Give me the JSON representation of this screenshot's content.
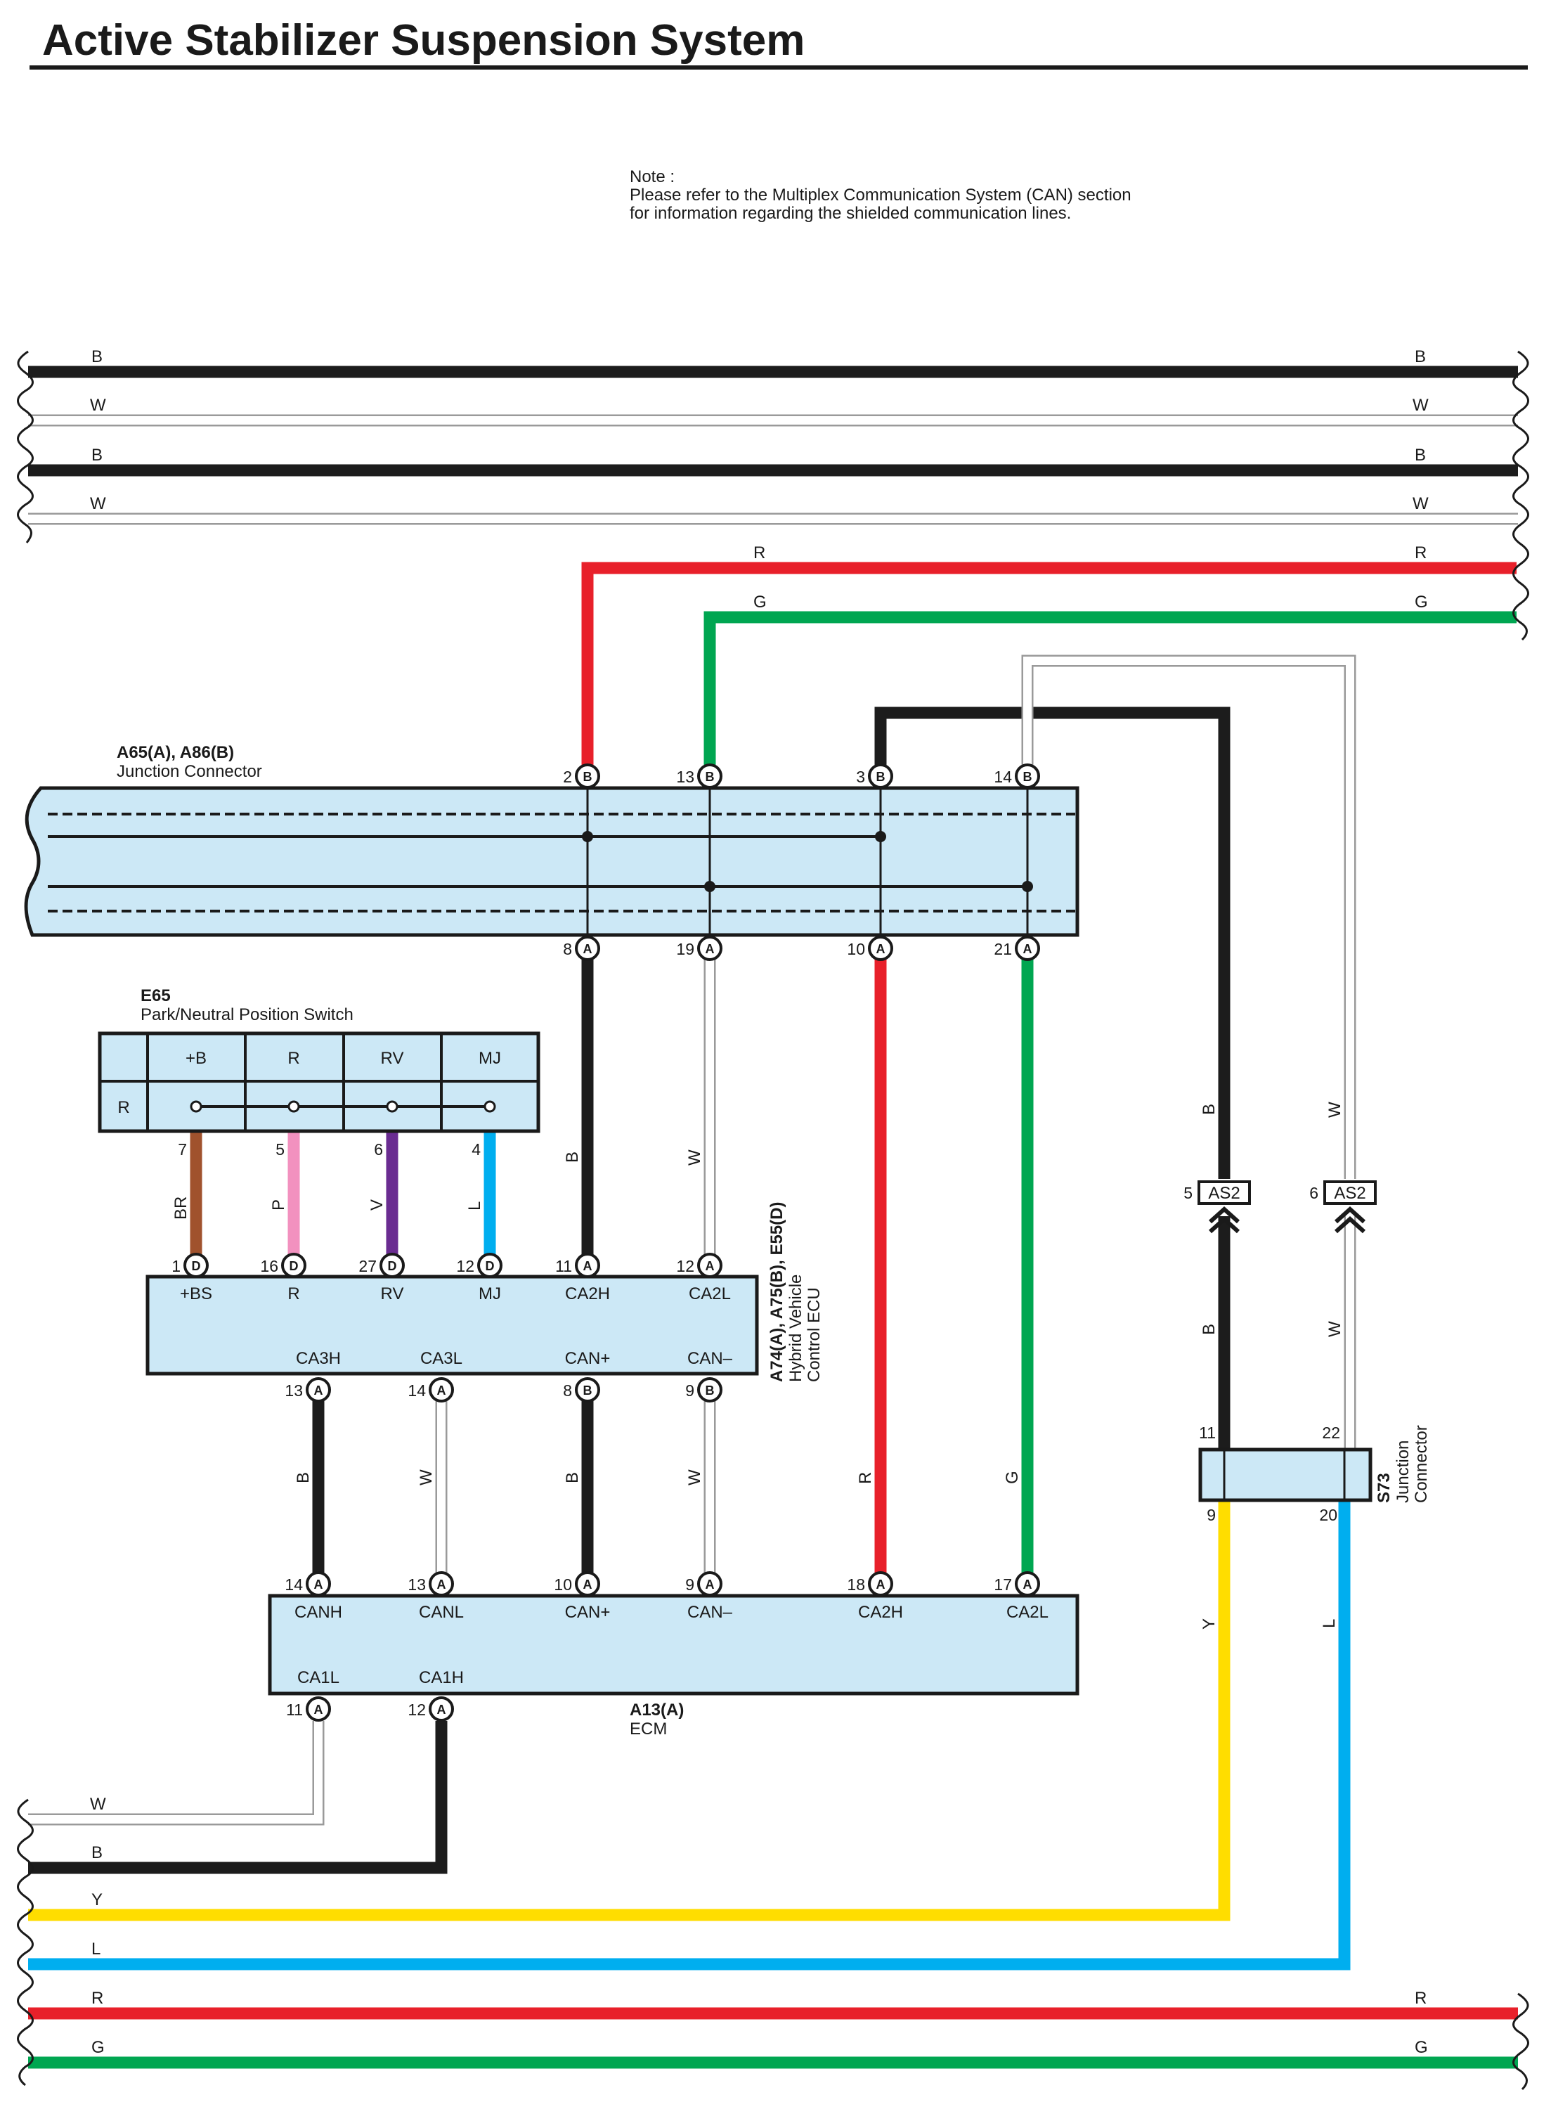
{
  "title": "Active Stabilizer Suspension System",
  "note": {
    "line1": "Note :",
    "line2": "Please refer to the Multiplex Communication System (CAN) section",
    "line3": "for information regarding the shielded communication lines."
  },
  "colors": {
    "B": "#1c1c1c",
    "W": "#ffffff",
    "R": "#e8202a",
    "G": "#00a651",
    "BR": "#a0522d",
    "P": "#f291bf",
    "V": "#6a2c91",
    "L": "#00aeef",
    "Y": "#ffdd00",
    "component_fill": "#cce8f6"
  },
  "wire_labels": {
    "top_b1": "B",
    "top_w1": "W",
    "top_b2": "B",
    "top_w2": "W",
    "top_r": "R",
    "top_g": "G",
    "bottom_w": "W",
    "bottom_b": "B",
    "bottom_y": "Y",
    "bottom_l": "L",
    "bottom_r": "R",
    "bottom_g": "G",
    "a8_b": "B",
    "a19_w": "W",
    "br": "BR",
    "p": "P",
    "v": "V",
    "l": "L",
    "b_as2": "B",
    "w_as2": "W",
    "b_s73": "B",
    "w_s73": "W",
    "ecu_ca3h": "B",
    "ecu_ca3l": "W",
    "ecu_canp": "B",
    "ecu_canm": "W",
    "ecm_r": "R",
    "ecm_g": "G",
    "s73_y": "Y",
    "s73_l": "L"
  },
  "junction_connector": {
    "code": "A65(A), A86(B)",
    "name": "Junction Connector",
    "top_pins": [
      {
        "num": "2",
        "conn": "B"
      },
      {
        "num": "13",
        "conn": "B"
      },
      {
        "num": "3",
        "conn": "B"
      },
      {
        "num": "14",
        "conn": "B"
      }
    ],
    "bottom_pins": [
      {
        "num": "8",
        "conn": "A"
      },
      {
        "num": "19",
        "conn": "A"
      },
      {
        "num": "10",
        "conn": "A"
      },
      {
        "num": "21",
        "conn": "A"
      }
    ]
  },
  "switch": {
    "code": "E65",
    "name": "Park/Neutral Position Switch",
    "columns": [
      "+B",
      "R",
      "RV",
      "MJ"
    ],
    "row_label": "R",
    "pins": [
      "7",
      "5",
      "6",
      "4"
    ]
  },
  "hv_ecu": {
    "code": "A74(A), A75(B), E55(D)",
    "name_line1": "Hybrid Vehicle",
    "name_line2": "Control ECU",
    "top_pins": [
      {
        "num": "1",
        "conn": "D",
        "label": "+BS"
      },
      {
        "num": "16",
        "conn": "D",
        "label": "R"
      },
      {
        "num": "27",
        "conn": "D",
        "label": "RV"
      },
      {
        "num": "12",
        "conn": "D",
        "label": "MJ"
      },
      {
        "num": "11",
        "conn": "A",
        "label": "CA2H"
      },
      {
        "num": "12",
        "conn": "A",
        "label": "CA2L"
      }
    ],
    "bottom_pins": [
      {
        "num": "13",
        "conn": "A",
        "label": "CA3H"
      },
      {
        "num": "14",
        "conn": "A",
        "label": "CA3L"
      },
      {
        "num": "8",
        "conn": "B",
        "label": "CAN+"
      },
      {
        "num": "9",
        "conn": "B",
        "label": "CAN–"
      }
    ]
  },
  "ecm": {
    "code": "A13(A)",
    "name": "ECM",
    "top_pins": [
      {
        "num": "14",
        "conn": "A",
        "label": "CANH"
      },
      {
        "num": "13",
        "conn": "A",
        "label": "CANL"
      },
      {
        "num": "10",
        "conn": "A",
        "label": "CAN+"
      },
      {
        "num": "9",
        "conn": "A",
        "label": "CAN–"
      },
      {
        "num": "18",
        "conn": "A",
        "label": "CA2H"
      },
      {
        "num": "17",
        "conn": "A",
        "label": "CA2L"
      }
    ],
    "bottom_pins": [
      {
        "num": "11",
        "conn": "A",
        "label": "CA1L"
      },
      {
        "num": "12",
        "conn": "A",
        "label": "CA1H"
      }
    ]
  },
  "as2_connectors": [
    {
      "num": "5",
      "label": "AS2"
    },
    {
      "num": "6",
      "label": "AS2"
    }
  ],
  "s73": {
    "code": "S73",
    "name_line1": "Junction",
    "name_line2": "Connector",
    "pins_top": [
      "11",
      "22"
    ],
    "pins_bottom": [
      "9",
      "20"
    ]
  }
}
